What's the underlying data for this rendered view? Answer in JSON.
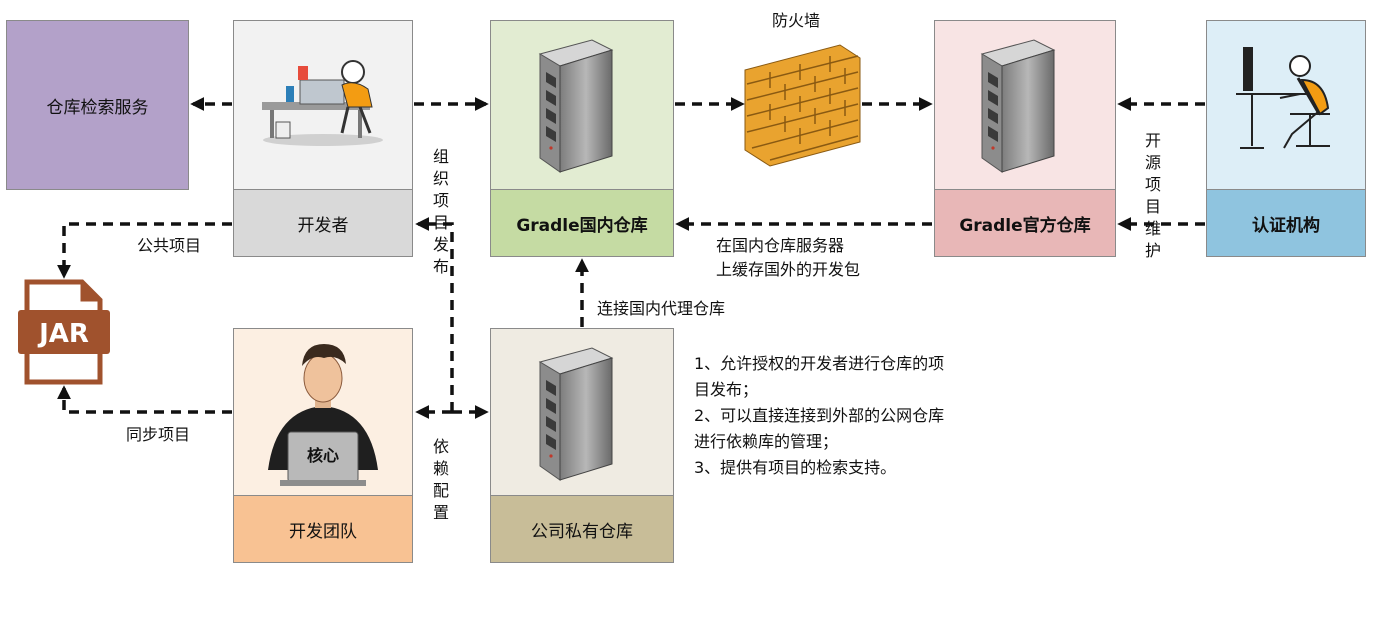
{
  "nodes": {
    "search_service": "仓库检索服务",
    "developer": "开发者",
    "gradle_cn": "Gradle国内仓库",
    "firewall": "防火墙",
    "gradle_official": "Gradle官方仓库",
    "cert_org": "认证机构",
    "dev_team": "开发团队",
    "company_repo": "公司私有仓库",
    "core_label": "核心",
    "jar_label": "JAR"
  },
  "edge_labels": {
    "public_project": "公共项目",
    "sync_project": "同步项目",
    "org_publish": [
      "组织",
      "项目",
      "发布"
    ],
    "dependency_config": [
      "依赖",
      "配置"
    ],
    "open_source_maint": [
      "开源",
      "项目",
      "维护"
    ],
    "cache_note": [
      "在国内仓库服务器",
      "上缓存国外的开发包"
    ],
    "connect_proxy": "连接国内代理仓库"
  },
  "notes": [
    "1、允许授权的开发者进行仓库的项",
    "目发布；",
    "2、可以直接连接到外部的公网仓库",
    "进行依赖库的管理；",
    "3、提供有项目的检索支持。"
  ],
  "colors": {
    "search_bg": "#b3a1c9",
    "developer_top": "#f2f2f2",
    "developer_label": "#d9d9d9",
    "gradle_cn_top": "#e2ecd2",
    "gradle_cn_label": "#c5dba3",
    "official_top": "#f8e4e4",
    "official_label": "#e8b7b7",
    "cert_top": "#ddeef7",
    "cert_label": "#8fc4df",
    "team_top": "#fcefe2",
    "team_label": "#f8c293",
    "company_top": "#efebe2",
    "company_label": "#c8bd98",
    "brick": "#e9a32f",
    "jar": "#a0522d"
  }
}
